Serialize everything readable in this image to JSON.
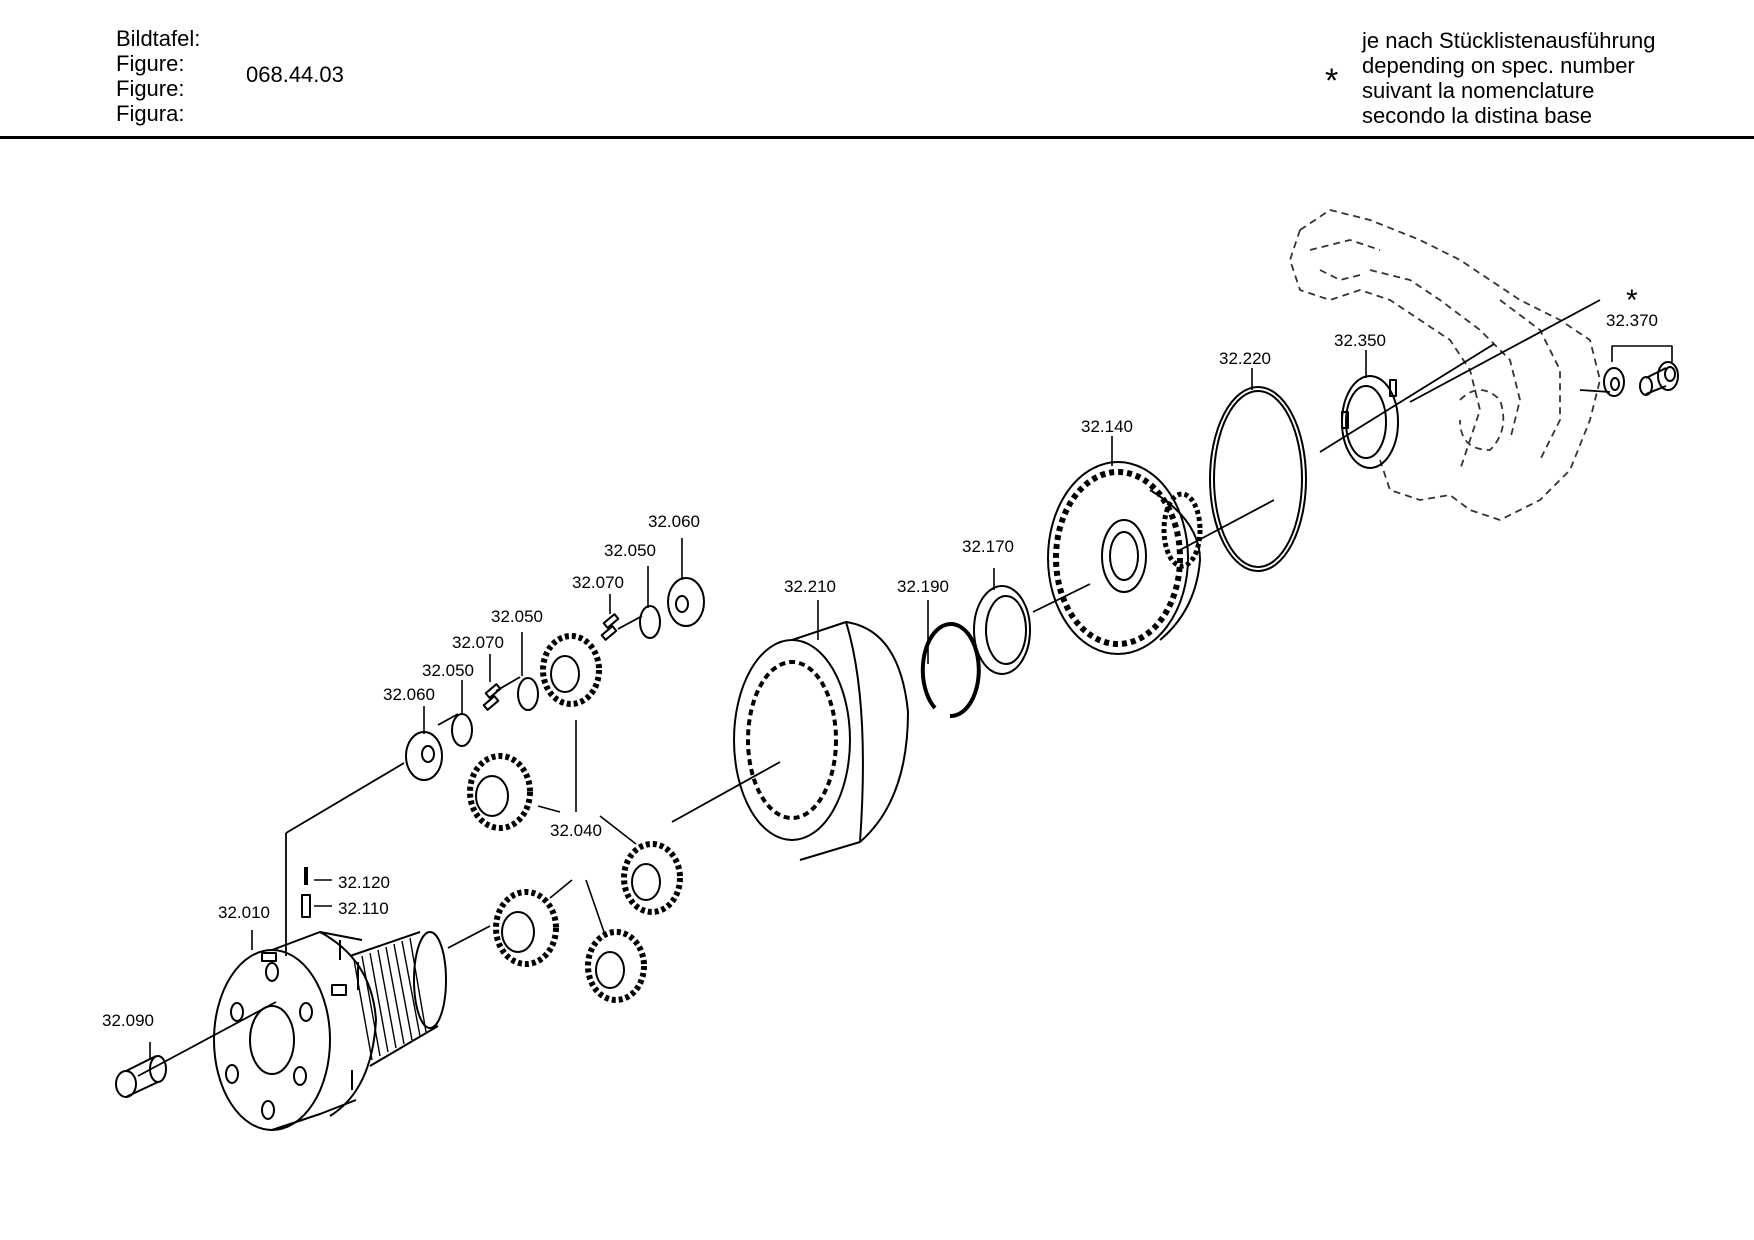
{
  "header": {
    "labels": [
      "Bildtafel:",
      "Figure:",
      "Figure:",
      "Figura:"
    ],
    "figure_number": "068.44.03",
    "note_symbol": "*",
    "note_lines": [
      "je nach Stücklistenausführung",
      "depending on spec. number",
      "suivant la nomenclature",
      "secondo la distina base"
    ]
  },
  "parts": {
    "p32010": "32.010",
    "p32040": "32.040",
    "p32050a": "32.050",
    "p32050b": "32.050",
    "p32050c": "32.050",
    "p32060a": "32.060",
    "p32060b": "32.060",
    "p32070a": "32.070",
    "p32070b": "32.070",
    "p32090": "32.090",
    "p32110": "32.110",
    "p32120": "32.120",
    "p32140": "32.140",
    "p32170": "32.170",
    "p32190": "32.190",
    "p32210": "32.210",
    "p32220": "32.220",
    "p32350": "32.350",
    "p32370": "32.370",
    "star": "*"
  }
}
